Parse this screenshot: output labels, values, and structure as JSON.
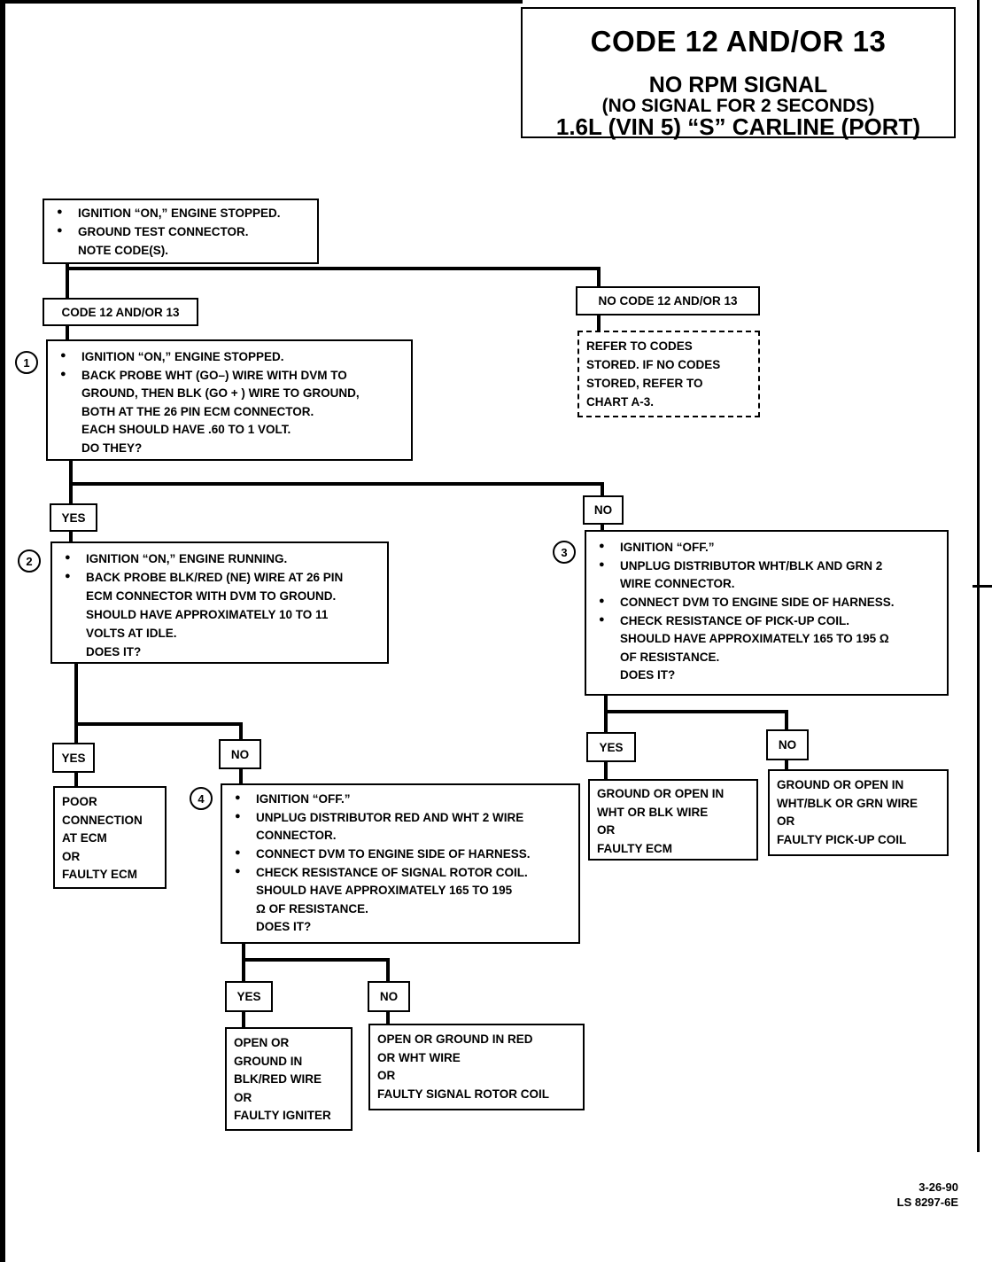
{
  "title": {
    "line1": "CODE 12 AND/OR 13",
    "line2": "NO RPM SIGNAL",
    "line3": "(NO SIGNAL FOR 2 SECONDS)",
    "line4": "1.6L  (VIN 5)  “S”  CARLINE  (PORT)"
  },
  "start_box": {
    "bullets": [
      "IGNITION “ON,” ENGINE STOPPED.",
      "GROUND TEST CONNECTOR."
    ],
    "tail": "NOTE CODE(S)."
  },
  "labels": {
    "code_12_13": "CODE 12 AND/OR 13",
    "no_code": "NO CODE 12 AND/OR 13",
    "yes": "YES",
    "no": "NO"
  },
  "refer_box": {
    "lines": [
      "REFER TO CODES",
      "STORED.  IF NO CODES",
      "STORED, REFER TO",
      "CHART A-3."
    ]
  },
  "step1": {
    "number": "1",
    "bullets": [
      "IGNITION “ON,” ENGINE STOPPED.",
      "BACK PROBE WHT (GO–) WIRE WITH DVM TO"
    ],
    "cont": [
      "GROUND, THEN BLK (GO + ) WIRE TO GROUND,",
      "BOTH AT THE 26 PIN ECM CONNECTOR.",
      "EACH SHOULD HAVE .60 TO 1 VOLT.",
      "DO THEY?"
    ]
  },
  "step2": {
    "number": "2",
    "bullets": [
      "IGNITION “ON,” ENGINE RUNNING.",
      "BACK PROBE BLK/RED (NE) WIRE AT 26 PIN"
    ],
    "cont": [
      "ECM CONNECTOR WITH DVM TO GROUND.",
      "SHOULD HAVE APPROXIMATELY 10 TO 11",
      "VOLTS AT IDLE.",
      "DOES IT?"
    ]
  },
  "step3": {
    "number": "3",
    "bullet1": "IGNITION “OFF.”",
    "bullet2": "UNPLUG DISTRIBUTOR WHT/BLK AND GRN 2",
    "bullet2_cont": "WIRE CONNECTOR.",
    "bullet3": "CONNECT DVM TO ENGINE SIDE OF HARNESS.",
    "bullet4": "CHECK RESISTANCE OF PICK-UP COIL.",
    "cont": [
      "SHOULD HAVE APPROXIMATELY 165 TO 195 Ω",
      "OF RESISTANCE.",
      "DOES IT?"
    ]
  },
  "step4": {
    "number": "4",
    "bullet1": "IGNITION “OFF.”",
    "bullet2": "UNPLUG DISTRIBUTOR RED AND WHT 2 WIRE",
    "bullet2_cont": "CONNECTOR.",
    "bullet3": "CONNECT DVM TO ENGINE SIDE OF HARNESS.",
    "bullet4": "CHECK RESISTANCE OF SIGNAL ROTOR COIL.",
    "cont": [
      "SHOULD HAVE APPROXIMATELY 165 TO 195",
      "Ω OF RESISTANCE.",
      "DOES IT?"
    ]
  },
  "results": {
    "poor_connection": [
      "POOR",
      "CONNECTION",
      "AT ECM",
      "OR",
      "FAULTY ECM"
    ],
    "ground_open_wht_blk": [
      "GROUND OR OPEN IN",
      "WHT OR BLK WIRE",
      "OR",
      "FAULTY ECM"
    ],
    "ground_open_pickup": [
      "GROUND OR OPEN IN",
      "WHT/BLK OR GRN WIRE",
      "OR",
      "FAULTY PICK-UP COIL"
    ],
    "open_ground_blkred": [
      "OPEN OR",
      "GROUND IN",
      "BLK/RED WIRE",
      "OR",
      "FAULTY IGNITER"
    ],
    "open_ground_redwht": [
      "OPEN OR GROUND IN RED",
      "OR WHT WIRE",
      "OR",
      "FAULTY SIGNAL ROTOR COIL"
    ]
  },
  "footer": {
    "date": "3-26-90",
    "code": "LS 8297-6E"
  }
}
